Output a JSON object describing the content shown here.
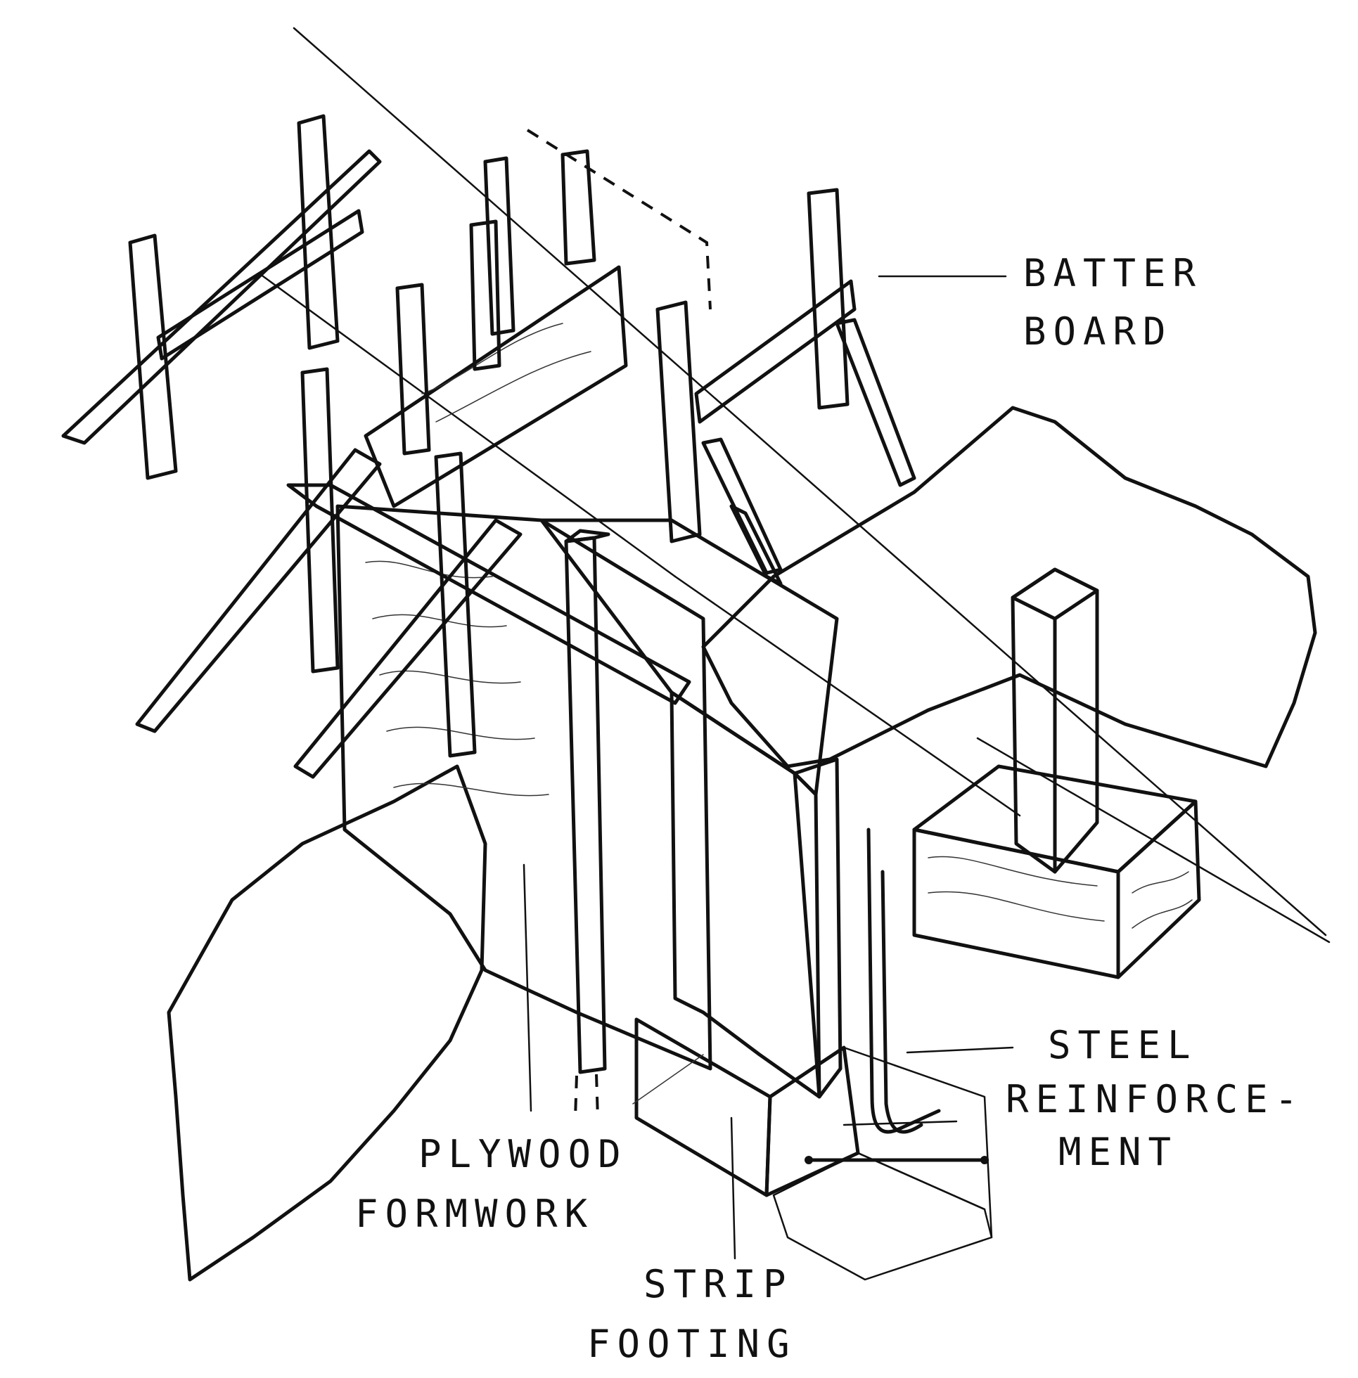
{
  "labels": {
    "batter_board": [
      "BATTER",
      "BOARD"
    ],
    "steel_reinforcement": [
      "STEEL",
      "REINFORCE-",
      "MENT"
    ],
    "plywood_formwork": [
      "PLYWOOD",
      "FORMWORK"
    ],
    "strip_footing": [
      "STRIP",
      "FOOTING"
    ]
  },
  "colors": {
    "ink": "#111111",
    "paper": "#ffffff"
  }
}
